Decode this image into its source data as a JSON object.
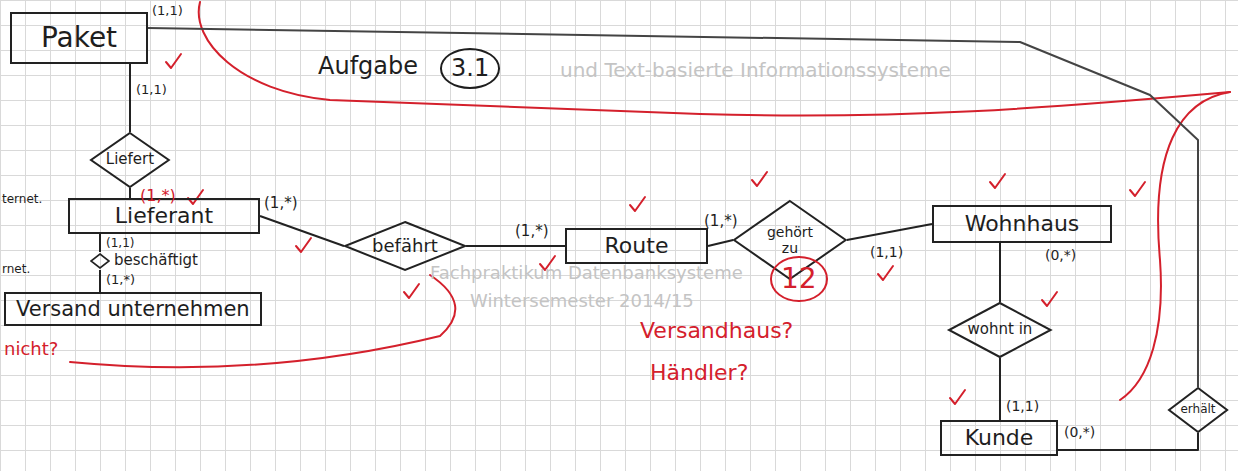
{
  "diagram": {
    "nodes": [
      {
        "text": [
          "Paket"
        ]
      },
      {
        "text": [
          "Liefert"
        ]
      },
      {
        "text": [
          "Lieferant"
        ]
      },
      {
        "text": [
          "befährt"
        ]
      },
      {
        "text": [
          "Route"
        ]
      },
      {
        "text": [
          "gehört zu"
        ]
      },
      {
        "text": [
          "Wohnhaus"
        ]
      },
      {
        "text": [
          "beschäftigt"
        ]
      },
      {
        "text": [
          "Versand unternehmen"
        ]
      },
      {
        "text": [
          "wohnt in"
        ]
      },
      {
        "text": [
          "Kunde"
        ]
      },
      {
        "text": [
          "erhält"
        ]
      }
    ],
    "edges": [
      {
        "from": 0,
        "to": 1,
        "arrow": "none"
      },
      {
        "from": 1,
        "to": 2,
        "arrow": "none"
      },
      {
        "from": 2,
        "to": 3,
        "arrow": "none"
      },
      {
        "from": 3,
        "to": 4,
        "arrow": "none"
      },
      {
        "from": 4,
        "to": 5,
        "arrow": "none"
      },
      {
        "from": 5,
        "to": 6,
        "arrow": "none"
      },
      {
        "from": 2,
        "to": 7,
        "arrow": "none"
      },
      {
        "from": 7,
        "to": 8,
        "arrow": "none"
      },
      {
        "from": 6,
        "to": 9,
        "arrow": "none"
      },
      {
        "from": 9,
        "to": 10,
        "arrow": "none"
      },
      {
        "from": 0,
        "to": 11,
        "arrow": "none"
      },
      {
        "from": 11,
        "to": 10,
        "arrow": "none"
      }
    ],
    "labels": [
      "Aufgabe",
      "3.1",
      "(1,1)",
      "(1,1)",
      "(1,*)",
      "(1,*)",
      "(1,*)",
      "(1,*)",
      "(1,1)",
      "(0,*)",
      "(1,1)",
      "(1,*)",
      "(1,1)",
      "(0,*)",
      "12",
      "Versandhaus?",
      "Händler?",
      "nicht?",
      "ternet.",
      "rnet.",
      "und Text-basierte Informationssysteme",
      "Fachpraktikum Datenbanksysteme",
      "Wintersemester 2014/15"
    ]
  }
}
